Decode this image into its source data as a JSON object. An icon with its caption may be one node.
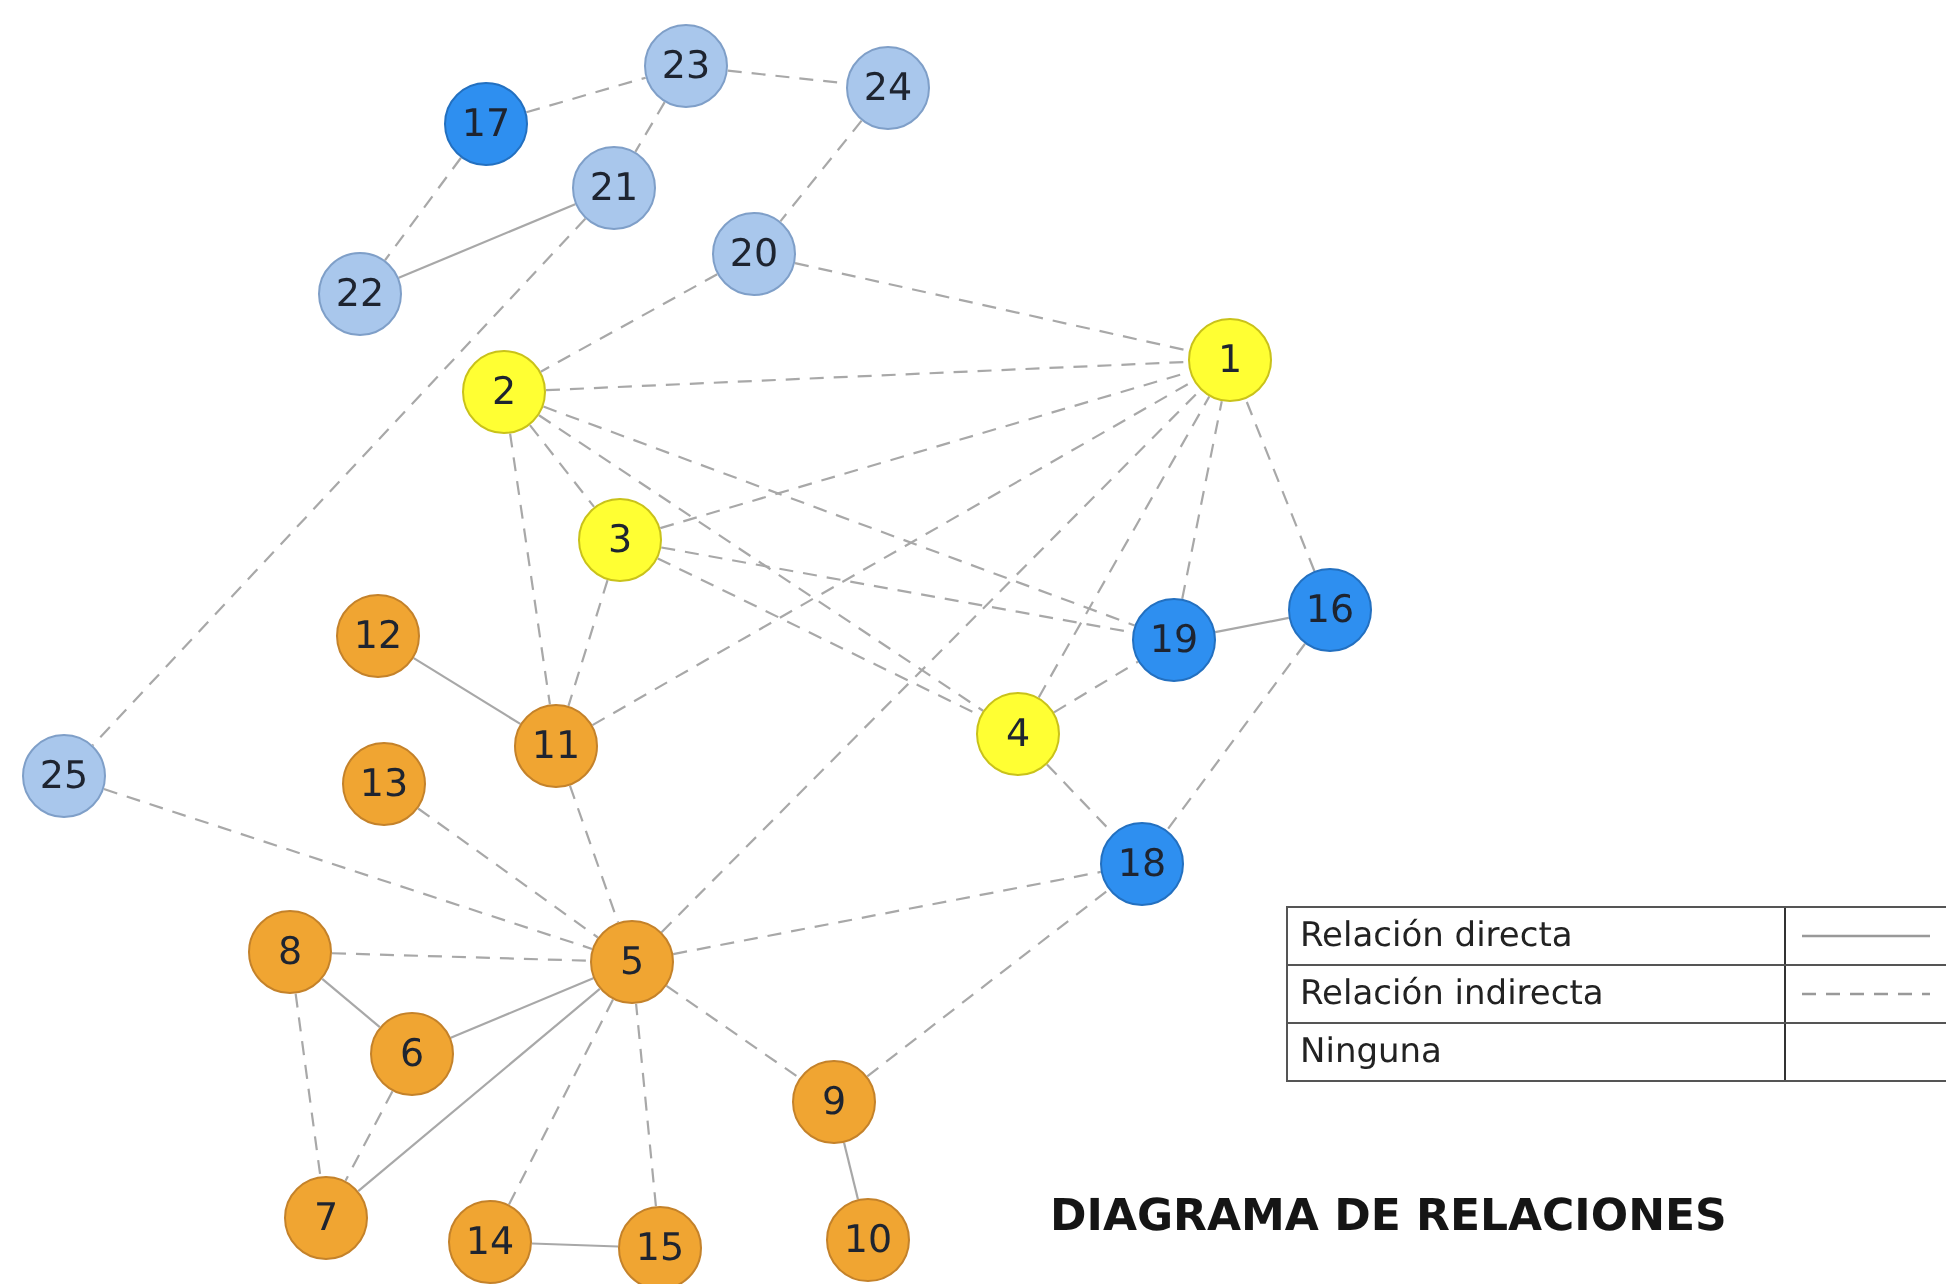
{
  "diagram": {
    "title": "DIAGRAMA DE RELACIONES",
    "nodes": [
      {
        "text": [
          "1"
        ]
      },
      {
        "text": [
          "2"
        ]
      },
      {
        "text": [
          "3"
        ]
      },
      {
        "text": [
          "4"
        ]
      },
      {
        "text": [
          "5"
        ]
      },
      {
        "text": [
          "6"
        ]
      },
      {
        "text": [
          "7"
        ]
      },
      {
        "text": [
          "8"
        ]
      },
      {
        "text": [
          "9"
        ]
      },
      {
        "text": [
          "10"
        ]
      },
      {
        "text": [
          "11"
        ]
      },
      {
        "text": [
          "12"
        ]
      },
      {
        "text": [
          "13"
        ]
      },
      {
        "text": [
          "14"
        ]
      },
      {
        "text": [
          "15"
        ]
      },
      {
        "text": [
          "16"
        ]
      },
      {
        "text": [
          "17"
        ]
      },
      {
        "text": [
          "18"
        ]
      },
      {
        "text": [
          "19"
        ]
      },
      {
        "text": [
          "20"
        ]
      },
      {
        "text": [
          "21"
        ]
      },
      {
        "text": [
          "22"
        ]
      },
      {
        "text": [
          "23"
        ]
      },
      {
        "text": [
          "24"
        ]
      },
      {
        "text": [
          "25"
        ]
      }
    ],
    "edges": [
      {
        "from": 16,
        "to": 22,
        "arrow": "none",
        "style": "dashed"
      },
      {
        "from": 22,
        "to": 23,
        "arrow": "none",
        "style": "dashed"
      },
      {
        "from": 22,
        "to": 20,
        "arrow": "none",
        "style": "dashed"
      },
      {
        "from": 16,
        "to": 21,
        "arrow": "none",
        "style": "dashed"
      },
      {
        "from": 21,
        "to": 20,
        "arrow": "none"
      },
      {
        "from": 23,
        "to": 19,
        "arrow": "none",
        "style": "dashed"
      },
      {
        "from": 19,
        "to": 0,
        "arrow": "none",
        "style": "dashed"
      },
      {
        "from": 19,
        "to": 1,
        "arrow": "none",
        "style": "dashed"
      },
      {
        "from": 20,
        "to": 24,
        "arrow": "none",
        "style": "dashed"
      },
      {
        "from": 1,
        "to": 0,
        "arrow": "none",
        "style": "dashed"
      },
      {
        "from": 1,
        "to": 2,
        "arrow": "none",
        "style": "dashed"
      },
      {
        "from": 1,
        "to": 10,
        "arrow": "none",
        "style": "dashed"
      },
      {
        "from": 1,
        "to": 3,
        "arrow": "none",
        "style": "dashed"
      },
      {
        "from": 1,
        "to": 18,
        "arrow": "none",
        "style": "dashed"
      },
      {
        "from": 2,
        "to": 0,
        "arrow": "none",
        "style": "dashed"
      },
      {
        "from": 2,
        "to": 3,
        "arrow": "none",
        "style": "dashed"
      },
      {
        "from": 2,
        "to": 18,
        "arrow": "none",
        "style": "dashed"
      },
      {
        "from": 2,
        "to": 10,
        "arrow": "none",
        "style": "dashed"
      },
      {
        "from": 10,
        "to": 0,
        "arrow": "none",
        "style": "dashed"
      },
      {
        "from": 4,
        "to": 0,
        "arrow": "none",
        "style": "dashed"
      },
      {
        "from": 3,
        "to": 0,
        "arrow": "none",
        "style": "dashed"
      },
      {
        "from": 18,
        "to": 0,
        "arrow": "none",
        "style": "dashed"
      },
      {
        "from": 15,
        "to": 0,
        "arrow": "none",
        "style": "dashed"
      },
      {
        "from": 18,
        "to": 15,
        "arrow": "none"
      },
      {
        "from": 3,
        "to": 18,
        "arrow": "none",
        "style": "dashed"
      },
      {
        "from": 3,
        "to": 17,
        "arrow": "none",
        "style": "dashed"
      },
      {
        "from": 15,
        "to": 17,
        "arrow": "none",
        "style": "dashed"
      },
      {
        "from": 11,
        "to": 10,
        "arrow": "none"
      },
      {
        "from": 10,
        "to": 4,
        "arrow": "none",
        "style": "dashed"
      },
      {
        "from": 12,
        "to": 4,
        "arrow": "none",
        "style": "dashed"
      },
      {
        "from": 24,
        "to": 4,
        "arrow": "none",
        "style": "dashed"
      },
      {
        "from": 7,
        "to": 4,
        "arrow": "none",
        "style": "dashed"
      },
      {
        "from": 4,
        "to": 17,
        "arrow": "none",
        "style": "dashed"
      },
      {
        "from": 5,
        "to": 4,
        "arrow": "none"
      },
      {
        "from": 6,
        "to": 4,
        "arrow": "none"
      },
      {
        "from": 13,
        "to": 4,
        "arrow": "none",
        "style": "dashed"
      },
      {
        "from": 14,
        "to": 4,
        "arrow": "none",
        "style": "dashed"
      },
      {
        "from": 4,
        "to": 8,
        "arrow": "none",
        "style": "dashed"
      },
      {
        "from": 7,
        "to": 5,
        "arrow": "none"
      },
      {
        "from": 7,
        "to": 6,
        "arrow": "none",
        "style": "dashed"
      },
      {
        "from": 5,
        "to": 6,
        "arrow": "none",
        "style": "dashed"
      },
      {
        "from": 13,
        "to": 14,
        "arrow": "none"
      },
      {
        "from": 8,
        "to": 9,
        "arrow": "none"
      },
      {
        "from": 8,
        "to": 17,
        "arrow": "none",
        "style": "dashed"
      }
    ],
    "legend": [
      {
        "text": "Relación directa"
      },
      {
        "text": "Relación indirecta"
      },
      {
        "text": "Ninguna"
      }
    ]
  }
}
